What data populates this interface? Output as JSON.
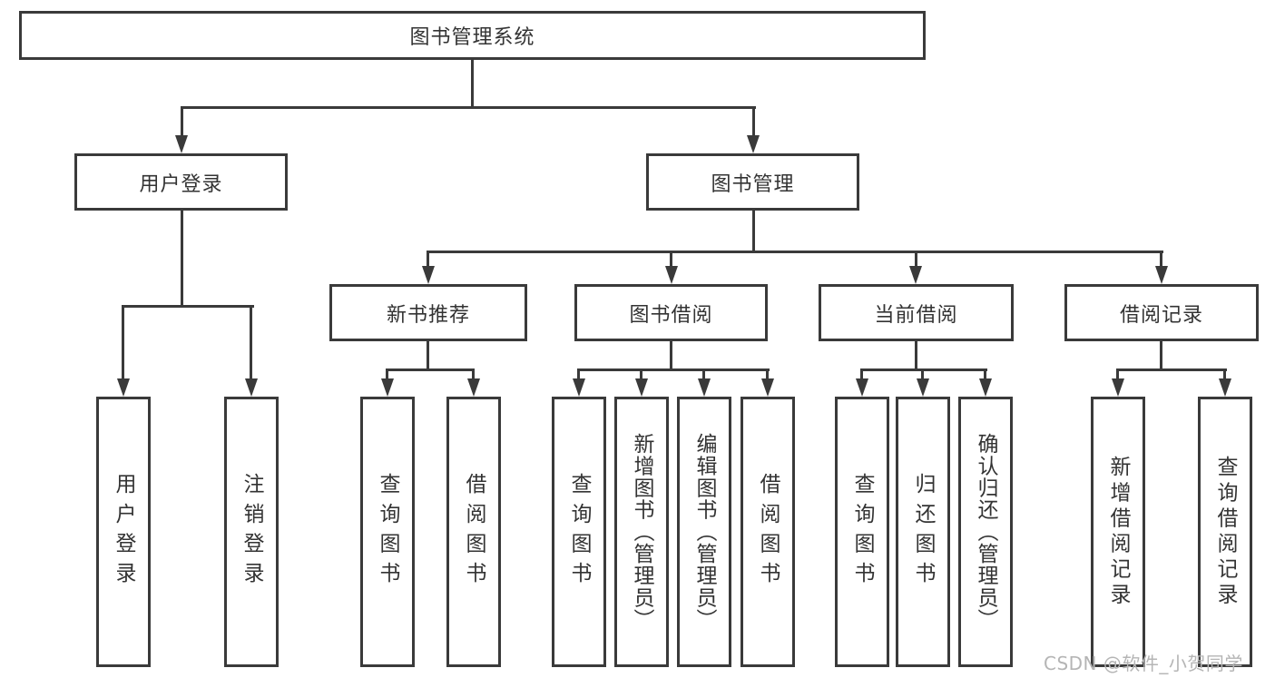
{
  "diagram": {
    "root": {
      "label": "图书管理系统"
    },
    "level1": [
      {
        "label": "用户登录"
      },
      {
        "label": "图书管理"
      }
    ],
    "level2": [
      {
        "label": "新书推荐",
        "parent": "图书管理"
      },
      {
        "label": "图书借阅",
        "parent": "图书管理"
      },
      {
        "label": "当前借阅",
        "parent": "图书管理"
      },
      {
        "label": "借阅记录",
        "parent": "图书管理"
      }
    ],
    "leaves": [
      {
        "label": "用户登录",
        "parent": "用户登录"
      },
      {
        "label": "注销登录",
        "parent": "用户登录"
      },
      {
        "label": "查询图书",
        "parent": "新书推荐"
      },
      {
        "label": "借阅图书",
        "parent": "新书推荐"
      },
      {
        "label": "查询图书",
        "parent": "图书借阅"
      },
      {
        "label": "新增图书（管理员）",
        "parent": "图书借阅"
      },
      {
        "label": "编辑图书（管理员）",
        "parent": "图书借阅"
      },
      {
        "label": "借阅图书",
        "parent": "图书借阅"
      },
      {
        "label": "查询图书",
        "parent": "当前借阅"
      },
      {
        "label": "归还图书",
        "parent": "当前借阅"
      },
      {
        "label": "确认归还（管理员）",
        "parent": "当前借阅"
      },
      {
        "label": "新增借阅记录",
        "parent": "借阅记录"
      },
      {
        "label": "查询借阅记录",
        "parent": "借阅记录"
      }
    ]
  },
  "watermark": {
    "text": "CSDN @软件_小贺同学"
  },
  "colors": {
    "line": "#3a3a3a",
    "text": "#333333",
    "watermark": "#b5b5b5",
    "background": "#ffffff"
  }
}
